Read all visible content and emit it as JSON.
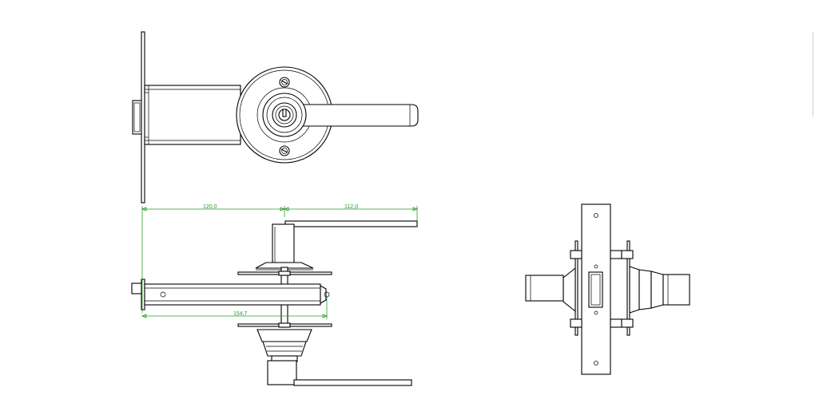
{
  "dimensions": {
    "dim_left_top": "120,0",
    "dim_right_top": "112,0",
    "dim_bottom": "154,7"
  },
  "colors": {
    "line": "#000000",
    "dimension": "#2a9d2a",
    "background": "#ffffff"
  }
}
